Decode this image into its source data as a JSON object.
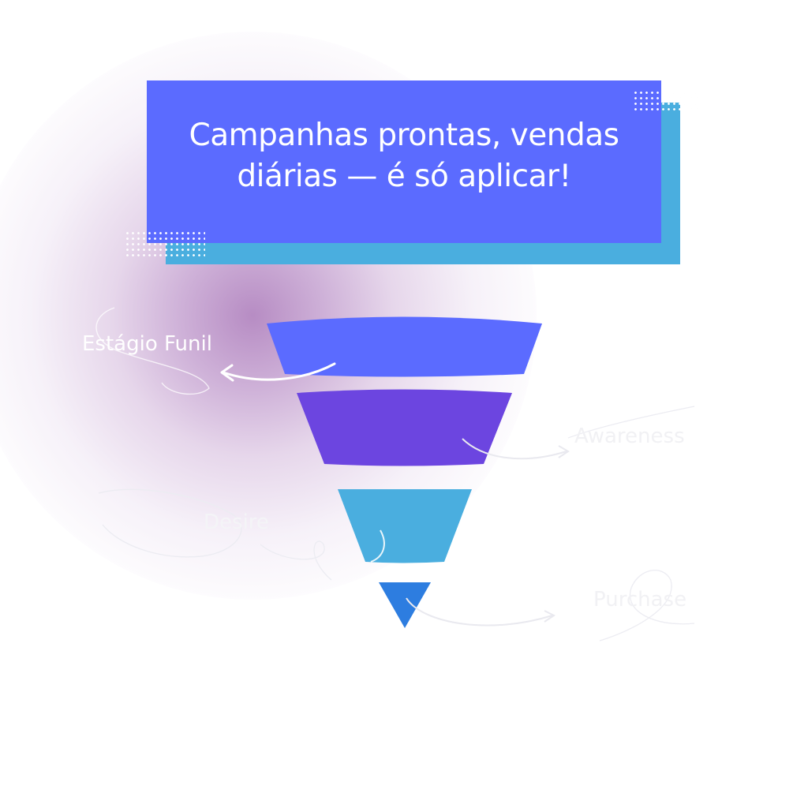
{
  "title": {
    "text": "Campanhas prontas, vendas diárias — é só aplicar!",
    "box_color": "#5b6bff",
    "shadow_color": "#4aaedf"
  },
  "funnel": {
    "label": "Estágio Funil",
    "stages": [
      {
        "name": "Awareness",
        "color": "#5b6bff"
      },
      {
        "name": "",
        "color": "#6c45e0"
      },
      {
        "name": "Desire",
        "color": "#4aaedf"
      },
      {
        "name": "Purchase",
        "color": "#2d7de0"
      }
    ]
  },
  "background": {
    "glow_color": "#b48ac6"
  }
}
